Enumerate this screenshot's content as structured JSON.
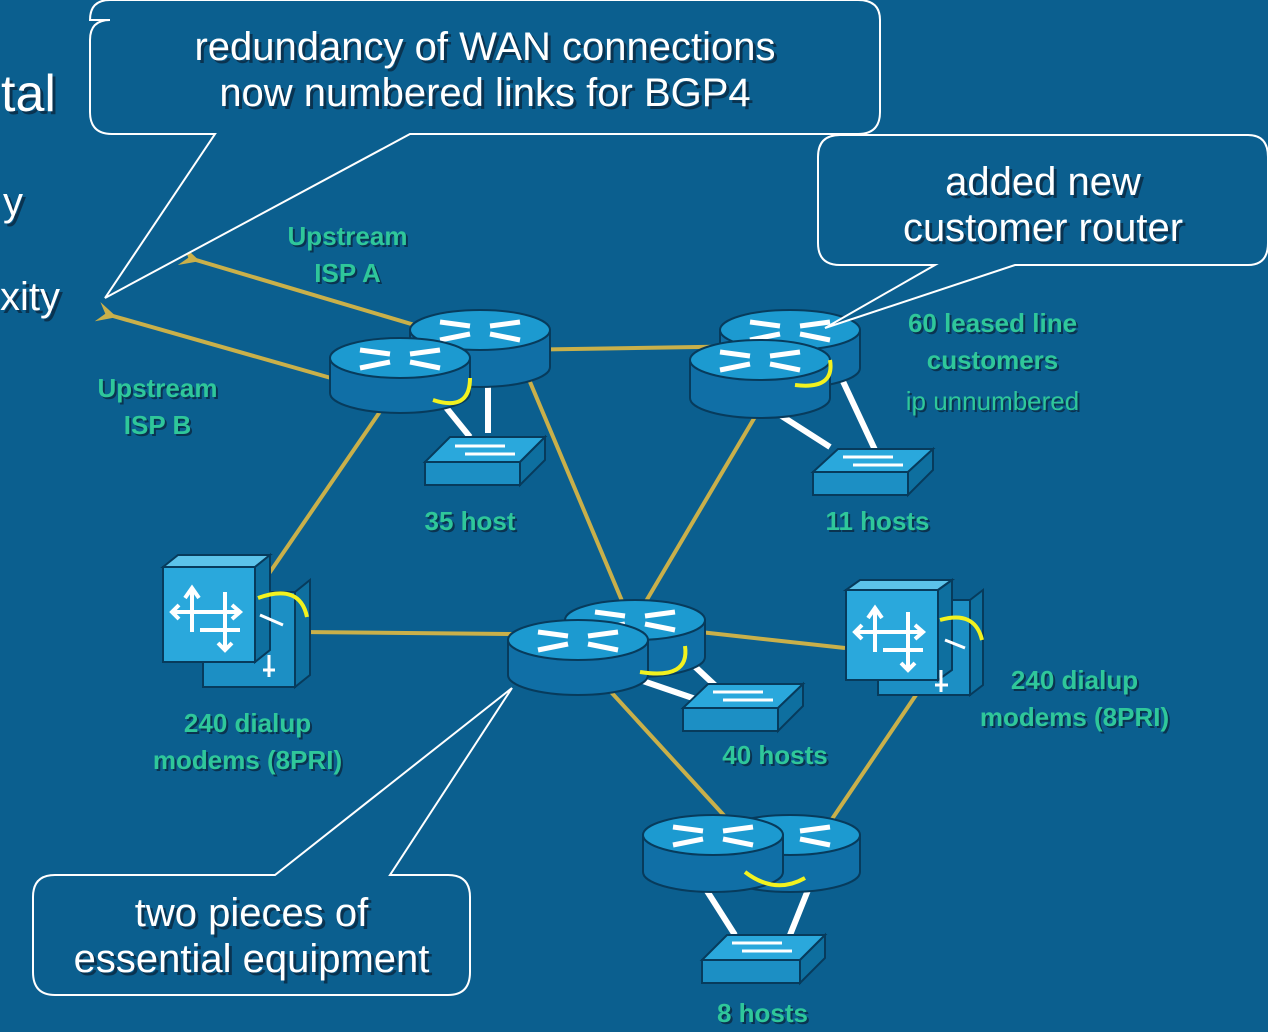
{
  "background_fragments": [
    "tal",
    "y",
    "xity"
  ],
  "callouts": {
    "wan": [
      "redundancy of WAN connections",
      "now numbered links for BGP4"
    ],
    "router": [
      "added new",
      "customer router"
    ],
    "equipment": [
      "two pieces of",
      "essential equipment"
    ]
  },
  "labels": {
    "isp_a": [
      "Upstream",
      "ISP A"
    ],
    "isp_b": [
      "Upstream",
      "ISP B"
    ],
    "leased": [
      "60 leased line",
      "customers"
    ],
    "unnumbered": "ip unnumbered",
    "host35": "35 host",
    "host11": "11 hosts",
    "host40": "40 hosts",
    "host8": "8 hosts",
    "dialup_left": [
      "240 dialup",
      "modems (8PRI)"
    ],
    "dialup_right": [
      "240 dialup",
      "modems (8PRI)"
    ]
  },
  "colors": {
    "background": "#0b5f8f",
    "link": "#c9b04a",
    "label_green": "#2fc79a",
    "device_blue": "#1c9ad0",
    "redundancy_arc": "#f2f21f"
  }
}
